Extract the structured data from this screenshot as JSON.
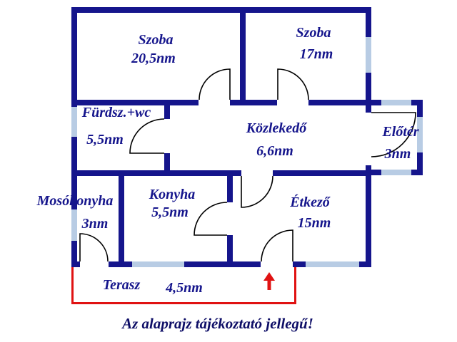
{
  "plan": {
    "rooms": [
      {
        "name": "Szoba",
        "area": "20,5nm"
      },
      {
        "name": "Szoba",
        "area": "17nm"
      },
      {
        "name": "Fürdsz.+wc",
        "area": "5,5nm"
      },
      {
        "name": "Közlekedő",
        "area": "6,6nm"
      },
      {
        "name": "Előtér",
        "area": "3nm"
      },
      {
        "name": "Mosókonyha",
        "area": "3nm"
      },
      {
        "name": "Konyha",
        "area": "5,5nm"
      },
      {
        "name": "Étkező",
        "area": "15nm"
      },
      {
        "name": "Terasz",
        "area": "4,5nm"
      }
    ],
    "caption": "Az alaprajz tájékoztató jellegű!",
    "colors": {
      "wall": "#15158c",
      "window": "#b8cce4",
      "terrace": "#e01212",
      "door": "#000000",
      "background": "#ffffff"
    },
    "icons": {
      "entrance_arrow": "up-arrow"
    }
  }
}
